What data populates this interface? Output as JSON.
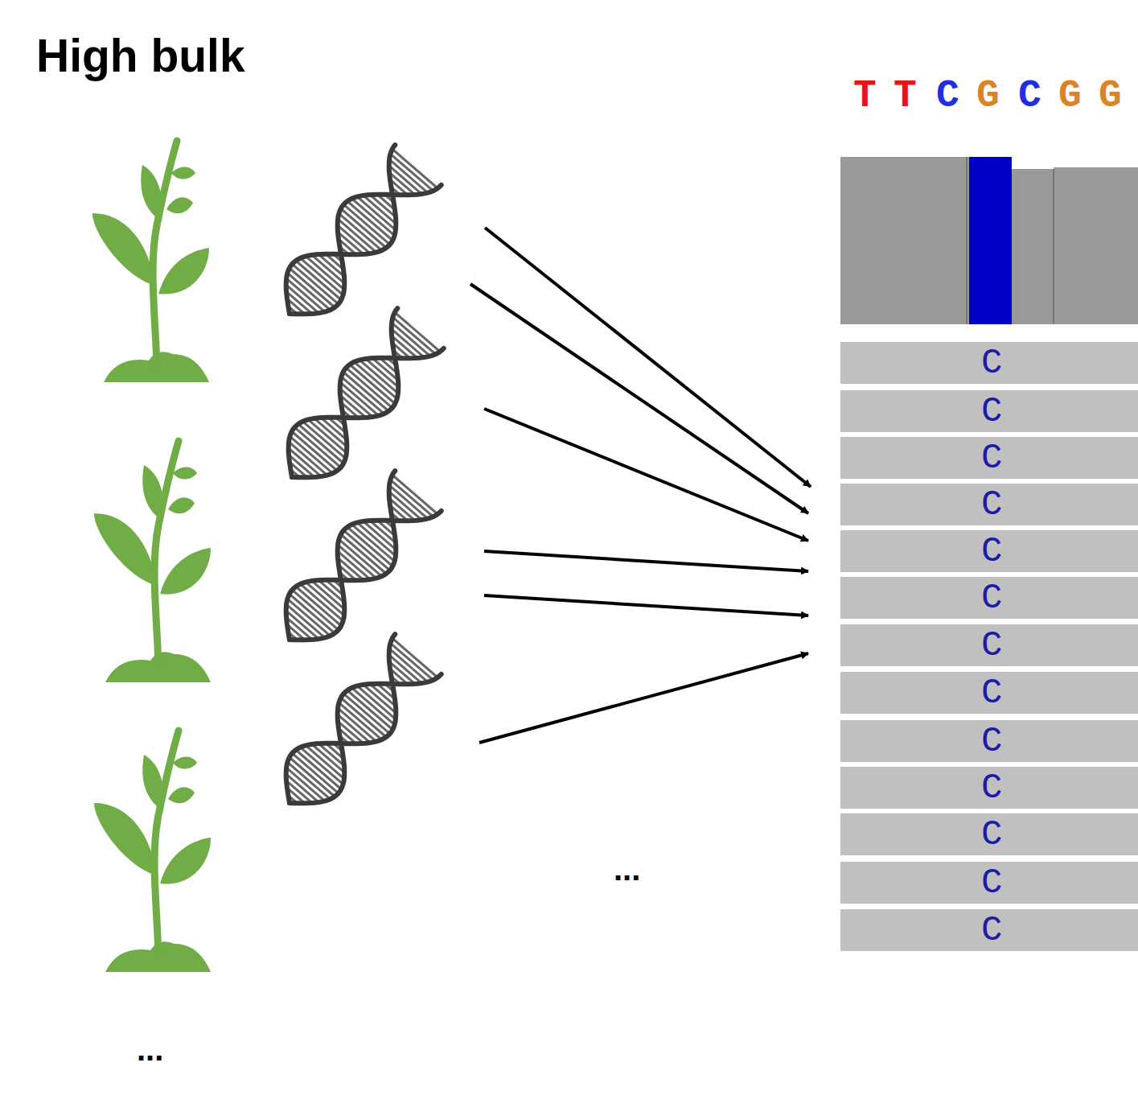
{
  "diagram": {
    "title": "High bulk",
    "nodes": [
      {
        "text": [
          "C"
        ]
      },
      {
        "text": [
          "C"
        ]
      },
      {
        "text": [
          "C"
        ]
      },
      {
        "text": [
          "C"
        ]
      },
      {
        "text": [
          "C"
        ]
      },
      {
        "text": [
          "C"
        ]
      },
      {
        "text": [
          "C"
        ]
      },
      {
        "text": [
          "C"
        ]
      },
      {
        "text": [
          "C"
        ]
      },
      {
        "text": [
          "C"
        ]
      },
      {
        "text": [
          "C"
        ]
      },
      {
        "text": [
          "C"
        ]
      },
      {
        "text": [
          "C"
        ]
      }
    ],
    "labels": [
      "T",
      "T",
      "C",
      "G",
      "C",
      "G",
      "G",
      "...",
      "..."
    ]
  }
}
